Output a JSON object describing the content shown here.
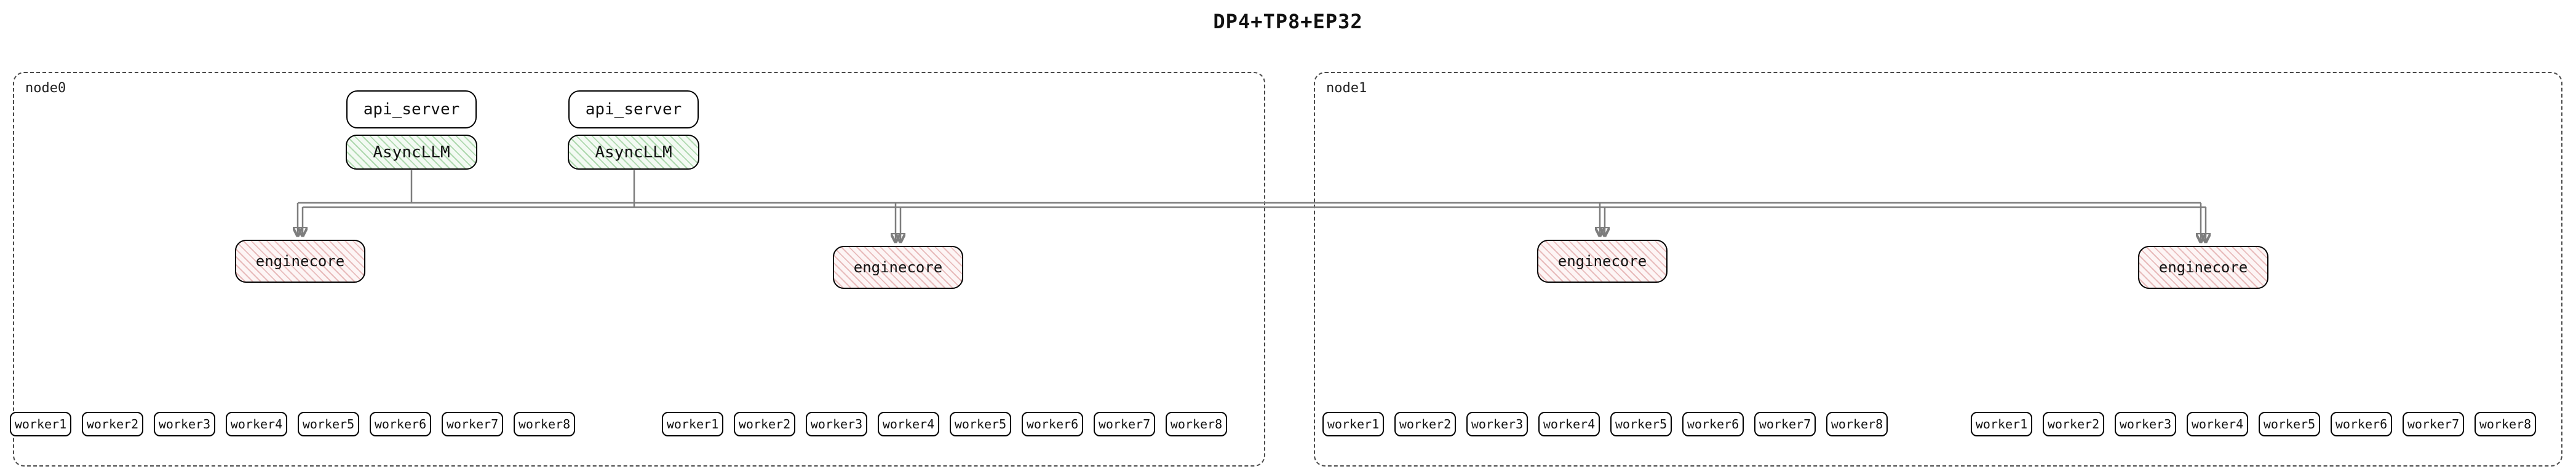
{
  "title": "DP4+TP8+EP32",
  "colors": {
    "asyncllm_fill": "#f3faf3",
    "asyncllm_hatch": "#78be78",
    "enginecore_fill": "#fdf5f5",
    "enginecore_hatch": "#d78c8c",
    "box_border": "#000000",
    "cluster_border": "#4a4a4a",
    "edge": "#7d7d7d"
  },
  "nodes": [
    {
      "label": "node0",
      "api_servers": [
        {
          "label": "api_server",
          "asyncllm_label": "AsyncLLM"
        },
        {
          "label": "api_server",
          "asyncllm_label": "AsyncLLM"
        }
      ],
      "enginecores": [
        {
          "label": "enginecore"
        },
        {
          "label": "enginecore"
        }
      ],
      "worker_groups": [
        [
          "worker1",
          "worker2",
          "worker3",
          "worker4",
          "worker5",
          "worker6",
          "worker7",
          "worker8"
        ],
        [
          "worker1",
          "worker2",
          "worker3",
          "worker4",
          "worker5",
          "worker6",
          "worker7",
          "worker8"
        ]
      ]
    },
    {
      "label": "node1",
      "enginecores": [
        {
          "label": "enginecore"
        },
        {
          "label": "enginecore"
        }
      ],
      "worker_groups": [
        [
          "worker1",
          "worker2",
          "worker3",
          "worker4",
          "worker5",
          "worker6",
          "worker7",
          "worker8"
        ],
        [
          "worker1",
          "worker2",
          "worker3",
          "worker4",
          "worker5",
          "worker6",
          "worker7",
          "worker8"
        ]
      ]
    }
  ]
}
